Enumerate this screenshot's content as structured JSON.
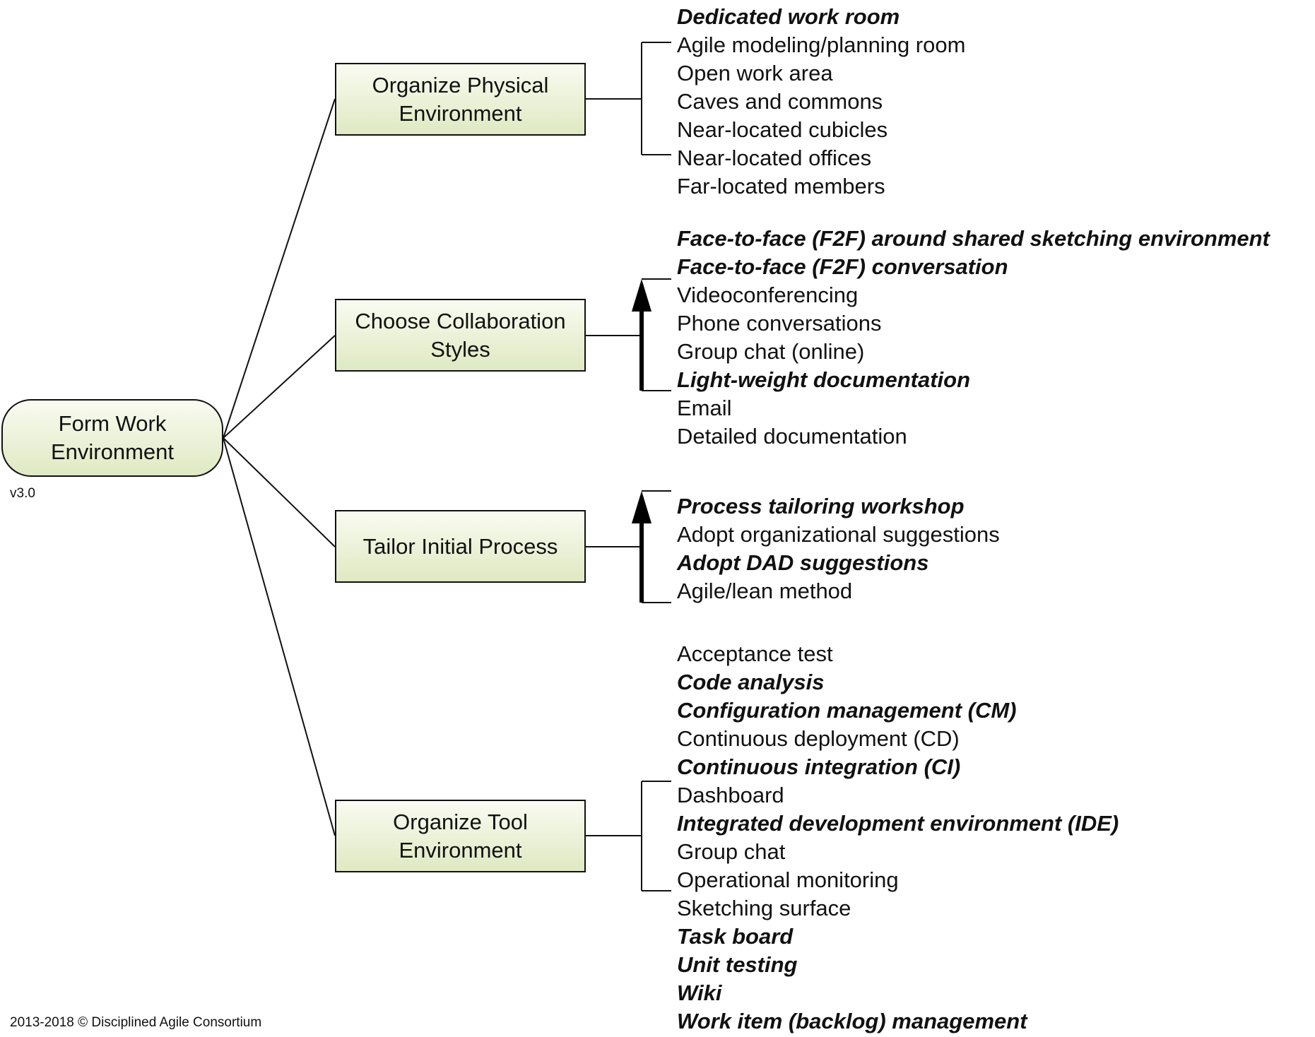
{
  "root": {
    "label": "Form Work\nEnvironment"
  },
  "version": "v3.0",
  "copyright": "2013-2018 © Disciplined Agile Consortium",
  "goals": [
    {
      "id": "physical",
      "label": "Organize Physical\nEnvironment",
      "ordered": false,
      "options": [
        {
          "text": "Dedicated work room",
          "preferred": true
        },
        {
          "text": "Agile modeling/planning room",
          "preferred": false
        },
        {
          "text": "Open work area",
          "preferred": false
        },
        {
          "text": "Caves and commons",
          "preferred": false
        },
        {
          "text": "Near-located cubicles",
          "preferred": false
        },
        {
          "text": "Near-located offices",
          "preferred": false
        },
        {
          "text": "Far-located members",
          "preferred": false
        }
      ]
    },
    {
      "id": "collaboration",
      "label": "Choose Collaboration\nStyles",
      "ordered": true,
      "options": [
        {
          "text": "Face-to-face (F2F) around shared sketching environment",
          "preferred": true
        },
        {
          "text": "Face-to-face (F2F) conversation",
          "preferred": true
        },
        {
          "text": "Videoconferencing",
          "preferred": false
        },
        {
          "text": "Phone conversations",
          "preferred": false
        },
        {
          "text": "Group chat (online)",
          "preferred": false
        },
        {
          "text": "Light-weight documentation",
          "preferred": true
        },
        {
          "text": "Email",
          "preferred": false
        },
        {
          "text": "Detailed documentation",
          "preferred": false
        }
      ]
    },
    {
      "id": "process",
      "label": "Tailor Initial Process",
      "ordered": true,
      "options": [
        {
          "text": "Process tailoring workshop",
          "preferred": true
        },
        {
          "text": "Adopt organizational suggestions",
          "preferred": false
        },
        {
          "text": "Adopt DAD suggestions",
          "preferred": true
        },
        {
          "text": "Agile/lean method",
          "preferred": false
        }
      ]
    },
    {
      "id": "tools",
      "label": "Organize Tool\nEnvironment",
      "ordered": false,
      "options": [
        {
          "text": "Acceptance test",
          "preferred": false
        },
        {
          "text": "Code analysis",
          "preferred": true
        },
        {
          "text": "Configuration management (CM)",
          "preferred": true
        },
        {
          "text": "Continuous deployment (CD)",
          "preferred": false
        },
        {
          "text": "Continuous integration (CI)",
          "preferred": true
        },
        {
          "text": "Dashboard",
          "preferred": false
        },
        {
          "text": "Integrated development environment (IDE)",
          "preferred": true
        },
        {
          "text": "Group chat",
          "preferred": false
        },
        {
          "text": "Operational monitoring",
          "preferred": false
        },
        {
          "text": "Sketching surface",
          "preferred": false
        },
        {
          "text": "Task board",
          "preferred": true
        },
        {
          "text": "Unit testing",
          "preferred": true
        },
        {
          "text": "Wiki",
          "preferred": true
        },
        {
          "text": "Work item (backlog) management",
          "preferred": true
        }
      ]
    }
  ]
}
